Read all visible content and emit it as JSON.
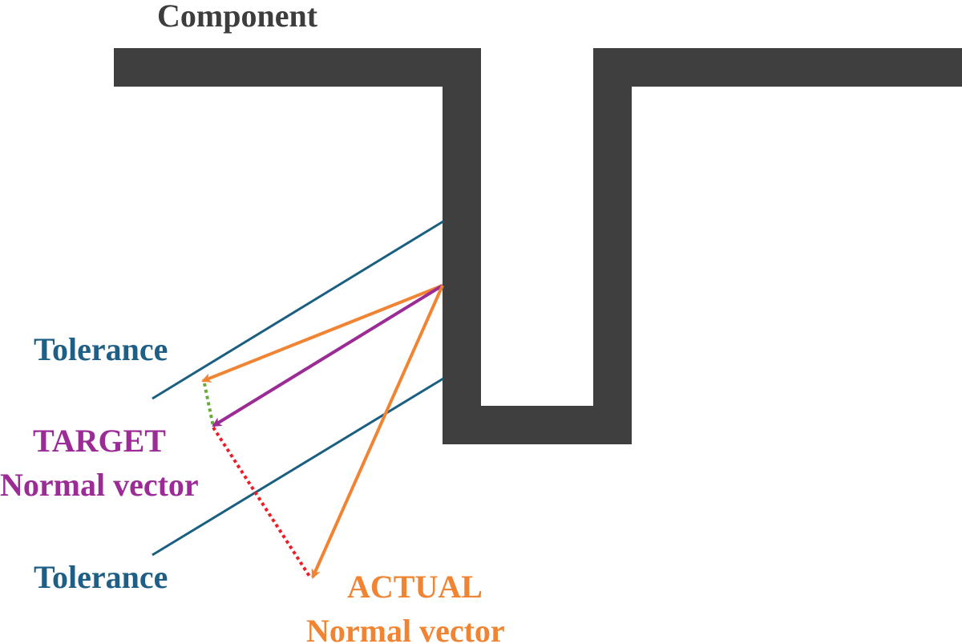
{
  "labels": {
    "component": "Component",
    "tolerance_upper": "Tolerance",
    "tolerance_lower": "Tolerance",
    "target_line1": "TARGET",
    "target_line2": "Normal vector",
    "actual_line1": "ACTUAL",
    "actual_line2": "Normal vector"
  },
  "colors": {
    "component": "#3f3f3f",
    "tolerance_lines": "#1a5f80",
    "tolerance_text": "#1f5f85",
    "target": "#9b2c96",
    "actual": "#f08433",
    "deviation_dotted_red": "#ee1c24",
    "deviation_dotted_green": "#6aaa3c",
    "component_text": "#3d3d3d"
  }
}
